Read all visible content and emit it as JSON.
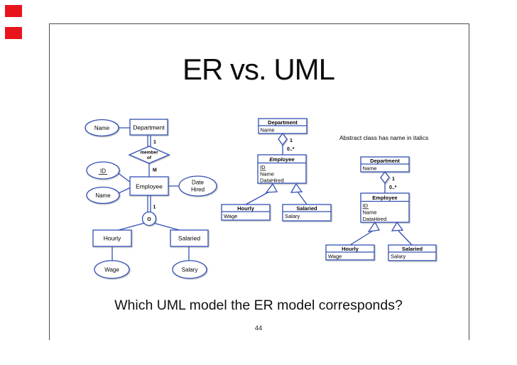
{
  "slide": {
    "title": "ER vs. UML",
    "question": "Which UML model the ER model corresponds?",
    "page_number": "44",
    "annotation": "Abstract class has name in italics"
  },
  "colors": {
    "diagram_blue": "#3350b5",
    "red_bar": "#e8141c",
    "slide_border": "#4d4d4d"
  },
  "er": {
    "attr_name_top": "Name",
    "entity_department": "Department",
    "card_department": "1",
    "rel_member_line1": "member",
    "rel_member_line2": "of",
    "card_employee": "M",
    "attr_id": "ID",
    "attr_name_left": "Name",
    "entity_employee": "Employee",
    "attr_date_line1": "Date",
    "attr_date_line2": "Hired",
    "card_subclass": "1",
    "constraint_overlap": "O",
    "entity_hourly": "Hourly",
    "entity_salaried": "Salaried",
    "attr_wage": "Wage",
    "attr_salary": "Salary"
  },
  "uml_middle": {
    "department_title": "Department",
    "department_attr": "Name",
    "mult_one": "1",
    "mult_many": "0..*",
    "employee_title": "Employee",
    "employee_attr_id": "ID",
    "employee_attr_name": "Name",
    "employee_attr_datahired": "DataHired",
    "hourly_title": "Hourly",
    "hourly_attr": "Wage",
    "salaried_title": "Salaried",
    "salaried_attr": "Salary"
  },
  "uml_right": {
    "department_title": "Department",
    "department_attr": "Name",
    "mult_one": "1",
    "mult_many": "0..*",
    "employee_title": "Employee",
    "employee_attr_id": "ID",
    "employee_attr_name": "Name",
    "employee_attr_datahired": "DataHired",
    "hourly_title": "Hourly",
    "hourly_attr": "Wage",
    "salaried_title": "Salaried",
    "salaried_attr": "Salary"
  }
}
